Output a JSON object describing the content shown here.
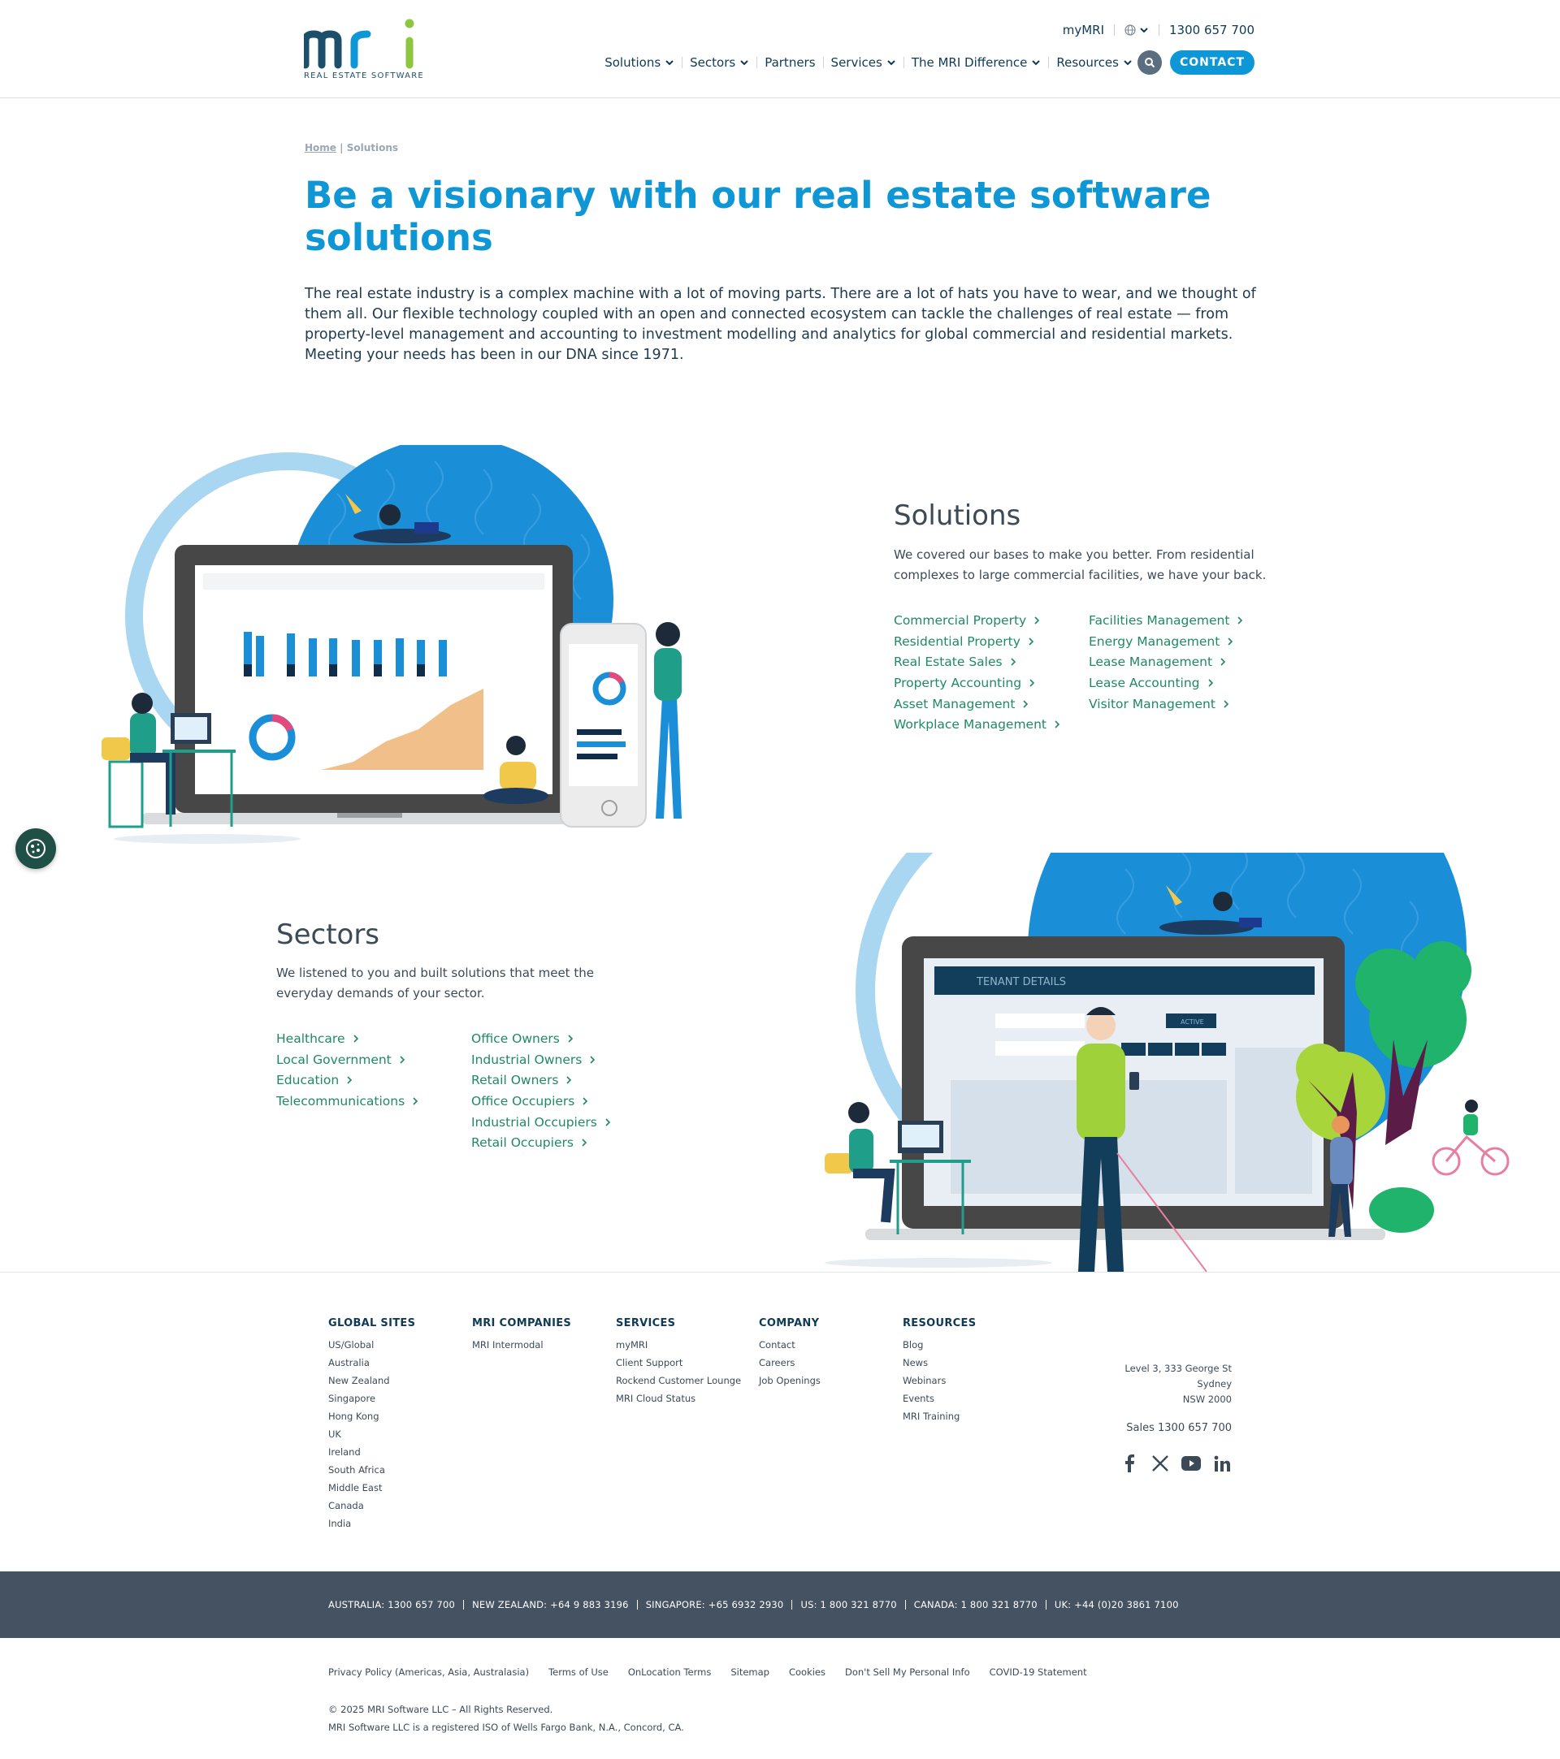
{
  "header": {
    "logo_text": "mri",
    "logo_tagline": "REAL ESTATE SOFTWARE",
    "utility": {
      "mymri": "myMRI",
      "phone": "1300 657 700"
    },
    "nav": [
      "Solutions",
      "Sectors",
      "Partners",
      "Services",
      "The MRI Difference",
      "Resources"
    ],
    "nav_has_dropdown": [
      true,
      true,
      false,
      true,
      true,
      true
    ],
    "contact": "CONTACT"
  },
  "breadcrumb": {
    "home": "Home",
    "separator": " | ",
    "current": "Solutions"
  },
  "hero": {
    "title": "Be a visionary with our real estate software solutions",
    "text": "The real estate industry is a complex machine with a lot of moving parts. There are a lot of hats you have to wear, and we thought of them all. Our flexible technology coupled with an open and connected ecosystem can tackle the challenges of real estate — from property-level management and accounting to investment modelling and analytics for global commercial and residential markets. Meeting your needs has been in our DNA since 1971."
  },
  "solutions": {
    "title": "Solutions",
    "text": "We covered our bases to make you better. From residential complexes to large commercial facilities, we have your back.",
    "col1": [
      "Commercial Property",
      "Residential Property",
      "Real Estate Sales",
      "Property Accounting",
      "Asset Management",
      "Workplace Management"
    ],
    "col2": [
      "Facilities Management",
      "Energy Management",
      "Lease Management",
      "Lease Accounting",
      "Visitor Management"
    ]
  },
  "sectors": {
    "title": "Sectors",
    "text": "We listened to you and built solutions that meet the everyday demands of your sector.",
    "col1": [
      "Healthcare",
      "Local Government",
      "Education",
      "Telecommunications"
    ],
    "col2": [
      "Office Owners",
      "Industrial Owners",
      "Retail Owners",
      "Office Occupiers",
      "Industrial Occupiers",
      "Retail Occupiers"
    ]
  },
  "illustration2": {
    "panel_title": "TENANT DETAILS",
    "status": "ACTIVE"
  },
  "footer": {
    "columns": [
      {
        "heading": "GLOBAL SITES",
        "links": [
          "US/Global",
          "Australia",
          "New Zealand",
          "Singapore",
          "Hong Kong",
          "UK",
          "Ireland",
          "South Africa",
          "Middle East",
          "Canada",
          "India"
        ]
      },
      {
        "heading": "MRI COMPANIES",
        "links": [
          "MRI Intermodal"
        ]
      },
      {
        "heading": "SERVICES",
        "links": [
          "myMRI",
          "Client Support",
          "Rockend Customer Lounge",
          "MRI Cloud Status"
        ]
      },
      {
        "heading": "COMPANY",
        "links": [
          "Contact",
          "Careers",
          "Job Openings"
        ]
      },
      {
        "heading": "RESOURCES",
        "links": [
          "Blog",
          "News",
          "Webinars",
          "Events",
          "MRI Training"
        ]
      }
    ],
    "address": [
      "Level 3, 333 George St",
      "Sydney",
      "NSW 2000"
    ],
    "sales": "Sales 1300 657 700",
    "social_icons": [
      "facebook-icon",
      "x-icon",
      "youtube-icon",
      "linkedin-icon"
    ],
    "phones": [
      "AUSTRALIA: 1300 657 700",
      "NEW ZEALAND: +64 9 883 3196",
      "SINGAPORE: +65 6932 2930",
      "US: 1 800 321 8770",
      "CANADA: 1 800 321 8770",
      "UK: +44 (0)20 3861 7100"
    ],
    "legal": [
      "Privacy Policy (Americas, Asia, Australasia)",
      "Terms of Use",
      "OnLocation Terms",
      "Sitemap",
      "Cookies",
      "Don't Sell My Personal Info",
      "COVID-19 Statement"
    ],
    "copyright": "© 2025 MRI Software LLC – All Rights Reserved.",
    "iso": "MRI Software LLC is a registered ISO of Wells Fargo Bank, N.A., Concord, CA."
  },
  "colors": {
    "brand_blue": "#0d97d6",
    "navy": "#0f3a55",
    "link_green": "#1f8a63",
    "logo_green": "#8dc63f",
    "band": "#455262"
  }
}
